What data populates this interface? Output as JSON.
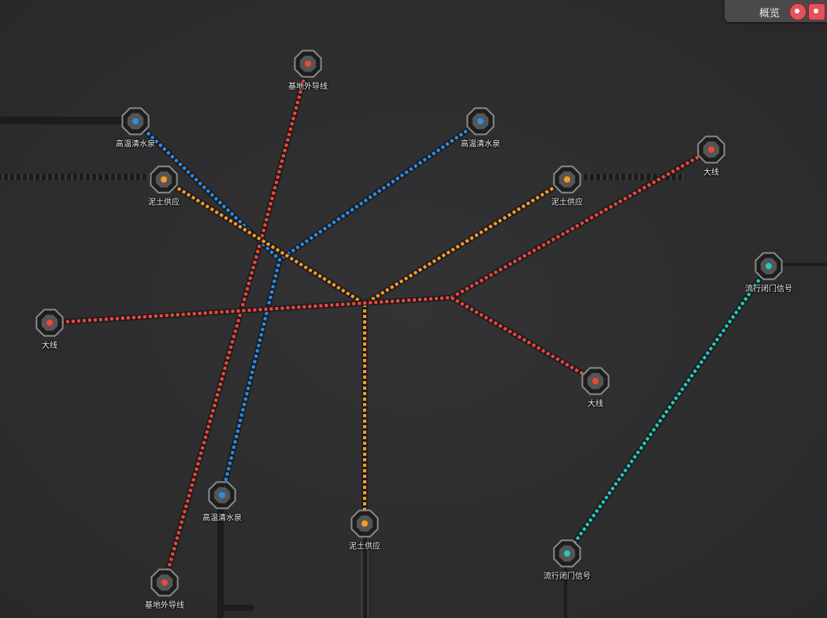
{
  "hud": {
    "overview_label": "概览",
    "overview_icon": "gear-flower-icon",
    "power_icon": "power-plug-icon"
  },
  "colors": {
    "background": "#2f2f30",
    "red": "#f0463c",
    "blue": "#2a8de8",
    "orange": "#f59a2c",
    "cyan": "#24c9c0",
    "node_ring": "#8a8a8a"
  },
  "nodes": [
    {
      "id": "n1",
      "label": "基地外导线"
    },
    {
      "id": "n2",
      "label": "高温清水泉"
    },
    {
      "id": "n3",
      "label": "高温清水泉"
    },
    {
      "id": "n4",
      "label": "大线"
    },
    {
      "id": "n5",
      "label": "泥土供应"
    },
    {
      "id": "n6",
      "label": "泥土供应"
    },
    {
      "id": "n7",
      "label": "流行闭门信号"
    },
    {
      "id": "n8",
      "label": "大线"
    },
    {
      "id": "n9",
      "label": "大线"
    },
    {
      "id": "n10",
      "label": "高温清水泉"
    },
    {
      "id": "n11",
      "label": "泥土供应"
    },
    {
      "id": "n12",
      "label": "流行闭门信号"
    },
    {
      "id": "n13",
      "label": "基地外导线"
    }
  ]
}
